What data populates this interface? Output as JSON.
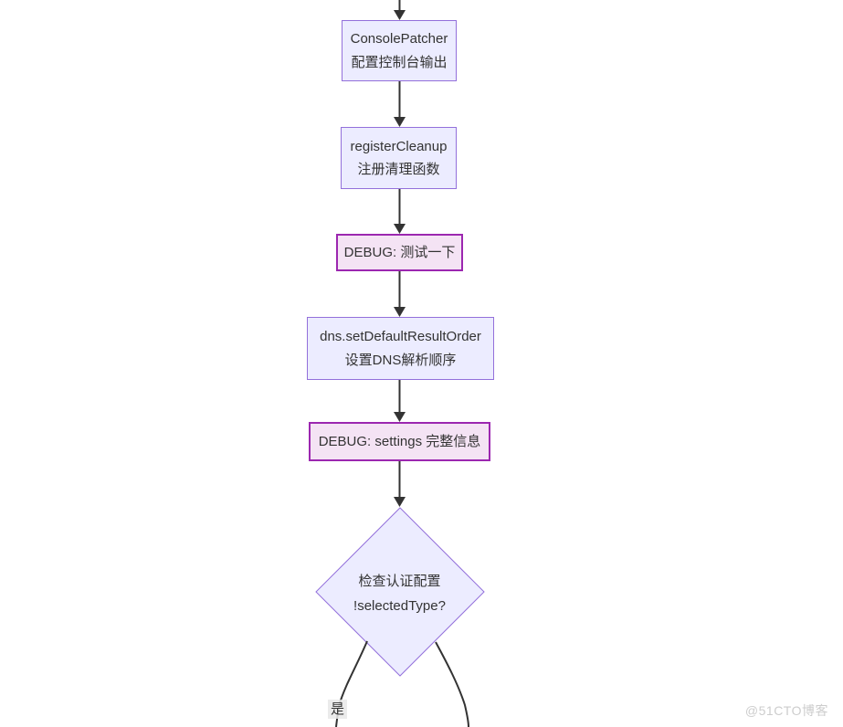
{
  "diagram": {
    "type": "flowchart",
    "direction": "top-down",
    "nodes": {
      "console_patcher": {
        "title": "ConsolePatcher",
        "subtitle": "配置控制台输出",
        "shape": "rect",
        "style": "process"
      },
      "register_cleanup": {
        "title": "registerCleanup",
        "subtitle": "注册清理函数",
        "shape": "rect",
        "style": "process"
      },
      "debug_test": {
        "label": "DEBUG: 测试一下",
        "shape": "rect",
        "style": "debug"
      },
      "dns_order": {
        "title": "dns.setDefaultResultOrder",
        "subtitle": "设置DNS解析顺序",
        "shape": "rect",
        "style": "process"
      },
      "debug_settings": {
        "label": "DEBUG: settings 完整信息",
        "shape": "rect",
        "style": "debug"
      },
      "decision_check_auth": {
        "title": "检查认证配置",
        "subtitle": "!selectedType?",
        "shape": "diamond",
        "style": "decision"
      }
    },
    "edges": [
      {
        "from": "top",
        "to": "console_patcher",
        "arrow": true
      },
      {
        "from": "console_patcher",
        "to": "register_cleanup",
        "arrow": true
      },
      {
        "from": "register_cleanup",
        "to": "debug_test",
        "arrow": true
      },
      {
        "from": "debug_test",
        "to": "dns_order",
        "arrow": true
      },
      {
        "from": "dns_order",
        "to": "debug_settings",
        "arrow": true
      },
      {
        "from": "debug_settings",
        "to": "decision_check_auth",
        "arrow": true
      },
      {
        "from": "decision_check_auth",
        "to": "offscreen-left",
        "label": "是"
      },
      {
        "from": "decision_check_auth",
        "to": "offscreen-right",
        "label": ""
      }
    ],
    "edge_labels": {
      "yes": "是"
    },
    "colors": {
      "node_fill": "#ECECFF",
      "node_border": "#9370DB",
      "debug_fill": "#F4E3F4",
      "debug_border": "#9C27B0",
      "edge_line": "#333333",
      "text": "#333333",
      "edge_label_bg": "#E8E8E8"
    }
  },
  "watermark": {
    "text": "@51CTO博客",
    "color": "#CDCDCD"
  }
}
